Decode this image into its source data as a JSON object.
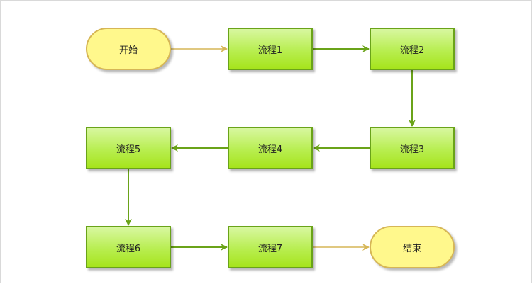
{
  "diagram": {
    "type": "flowchart",
    "colors": {
      "process_fill": "#b8ee50",
      "process_border": "#6aa319",
      "terminal_fill": "#fff88c",
      "terminal_border": "#d6b656",
      "edge_green": "#6aa319",
      "edge_tan": "#d6b656"
    },
    "nodes": {
      "start": "开始",
      "p1": "流程1",
      "p2": "流程2",
      "p3": "流程3",
      "p4": "流程4",
      "p5": "流程5",
      "p6": "流程6",
      "p7": "流程7",
      "end": "结束"
    },
    "edges": [
      [
        "start",
        "p1"
      ],
      [
        "p1",
        "p2"
      ],
      [
        "p2",
        "p3"
      ],
      [
        "p3",
        "p4"
      ],
      [
        "p4",
        "p5"
      ],
      [
        "p5",
        "p6"
      ],
      [
        "p6",
        "p7"
      ],
      [
        "p7",
        "end"
      ]
    ]
  }
}
